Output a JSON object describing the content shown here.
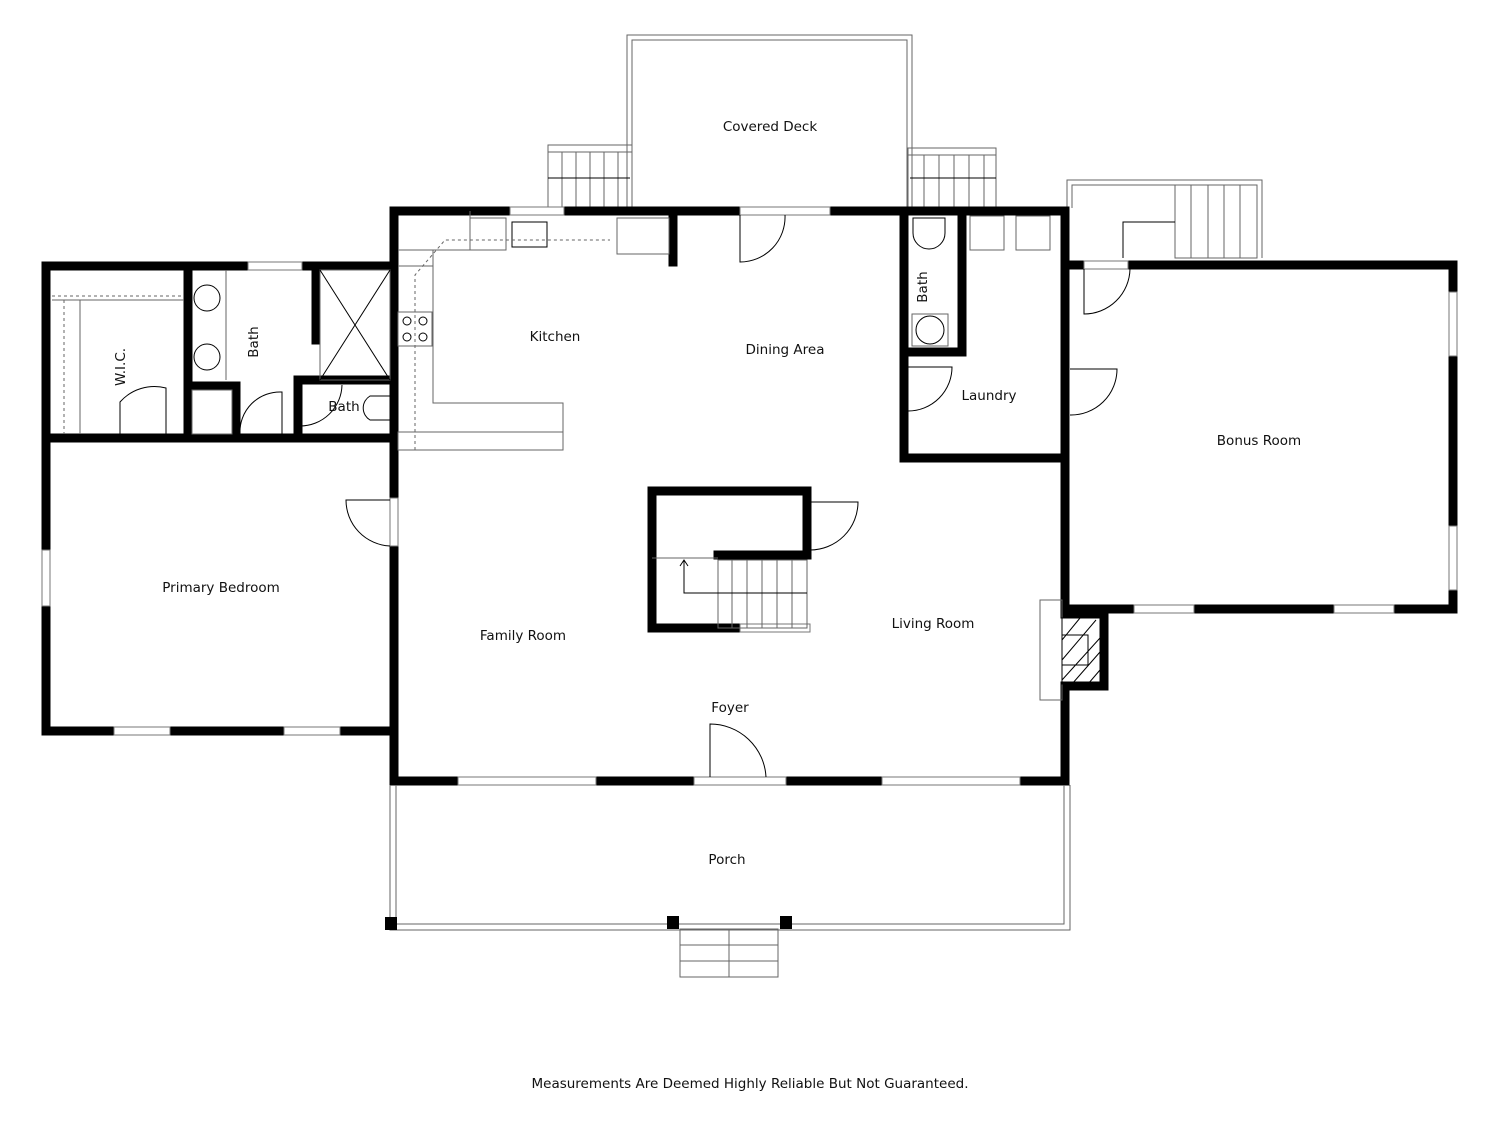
{
  "rooms": {
    "covered_deck": "Covered Deck",
    "kitchen": "Kitchen",
    "dining_area": "Dining Area",
    "bath_laundry": "Bath",
    "laundry": "Laundry",
    "bonus_room": "Bonus Room",
    "wic": "W.I.C.",
    "bath_primary": "Bath",
    "bath_half": "Bath",
    "primary_bedroom": "Primary Bedroom",
    "family_room": "Family Room",
    "living_room": "Living Room",
    "foyer": "Foyer",
    "porch": "Porch"
  },
  "footer": "Measurements Are Deemed Highly Reliable But Not Guaranteed."
}
